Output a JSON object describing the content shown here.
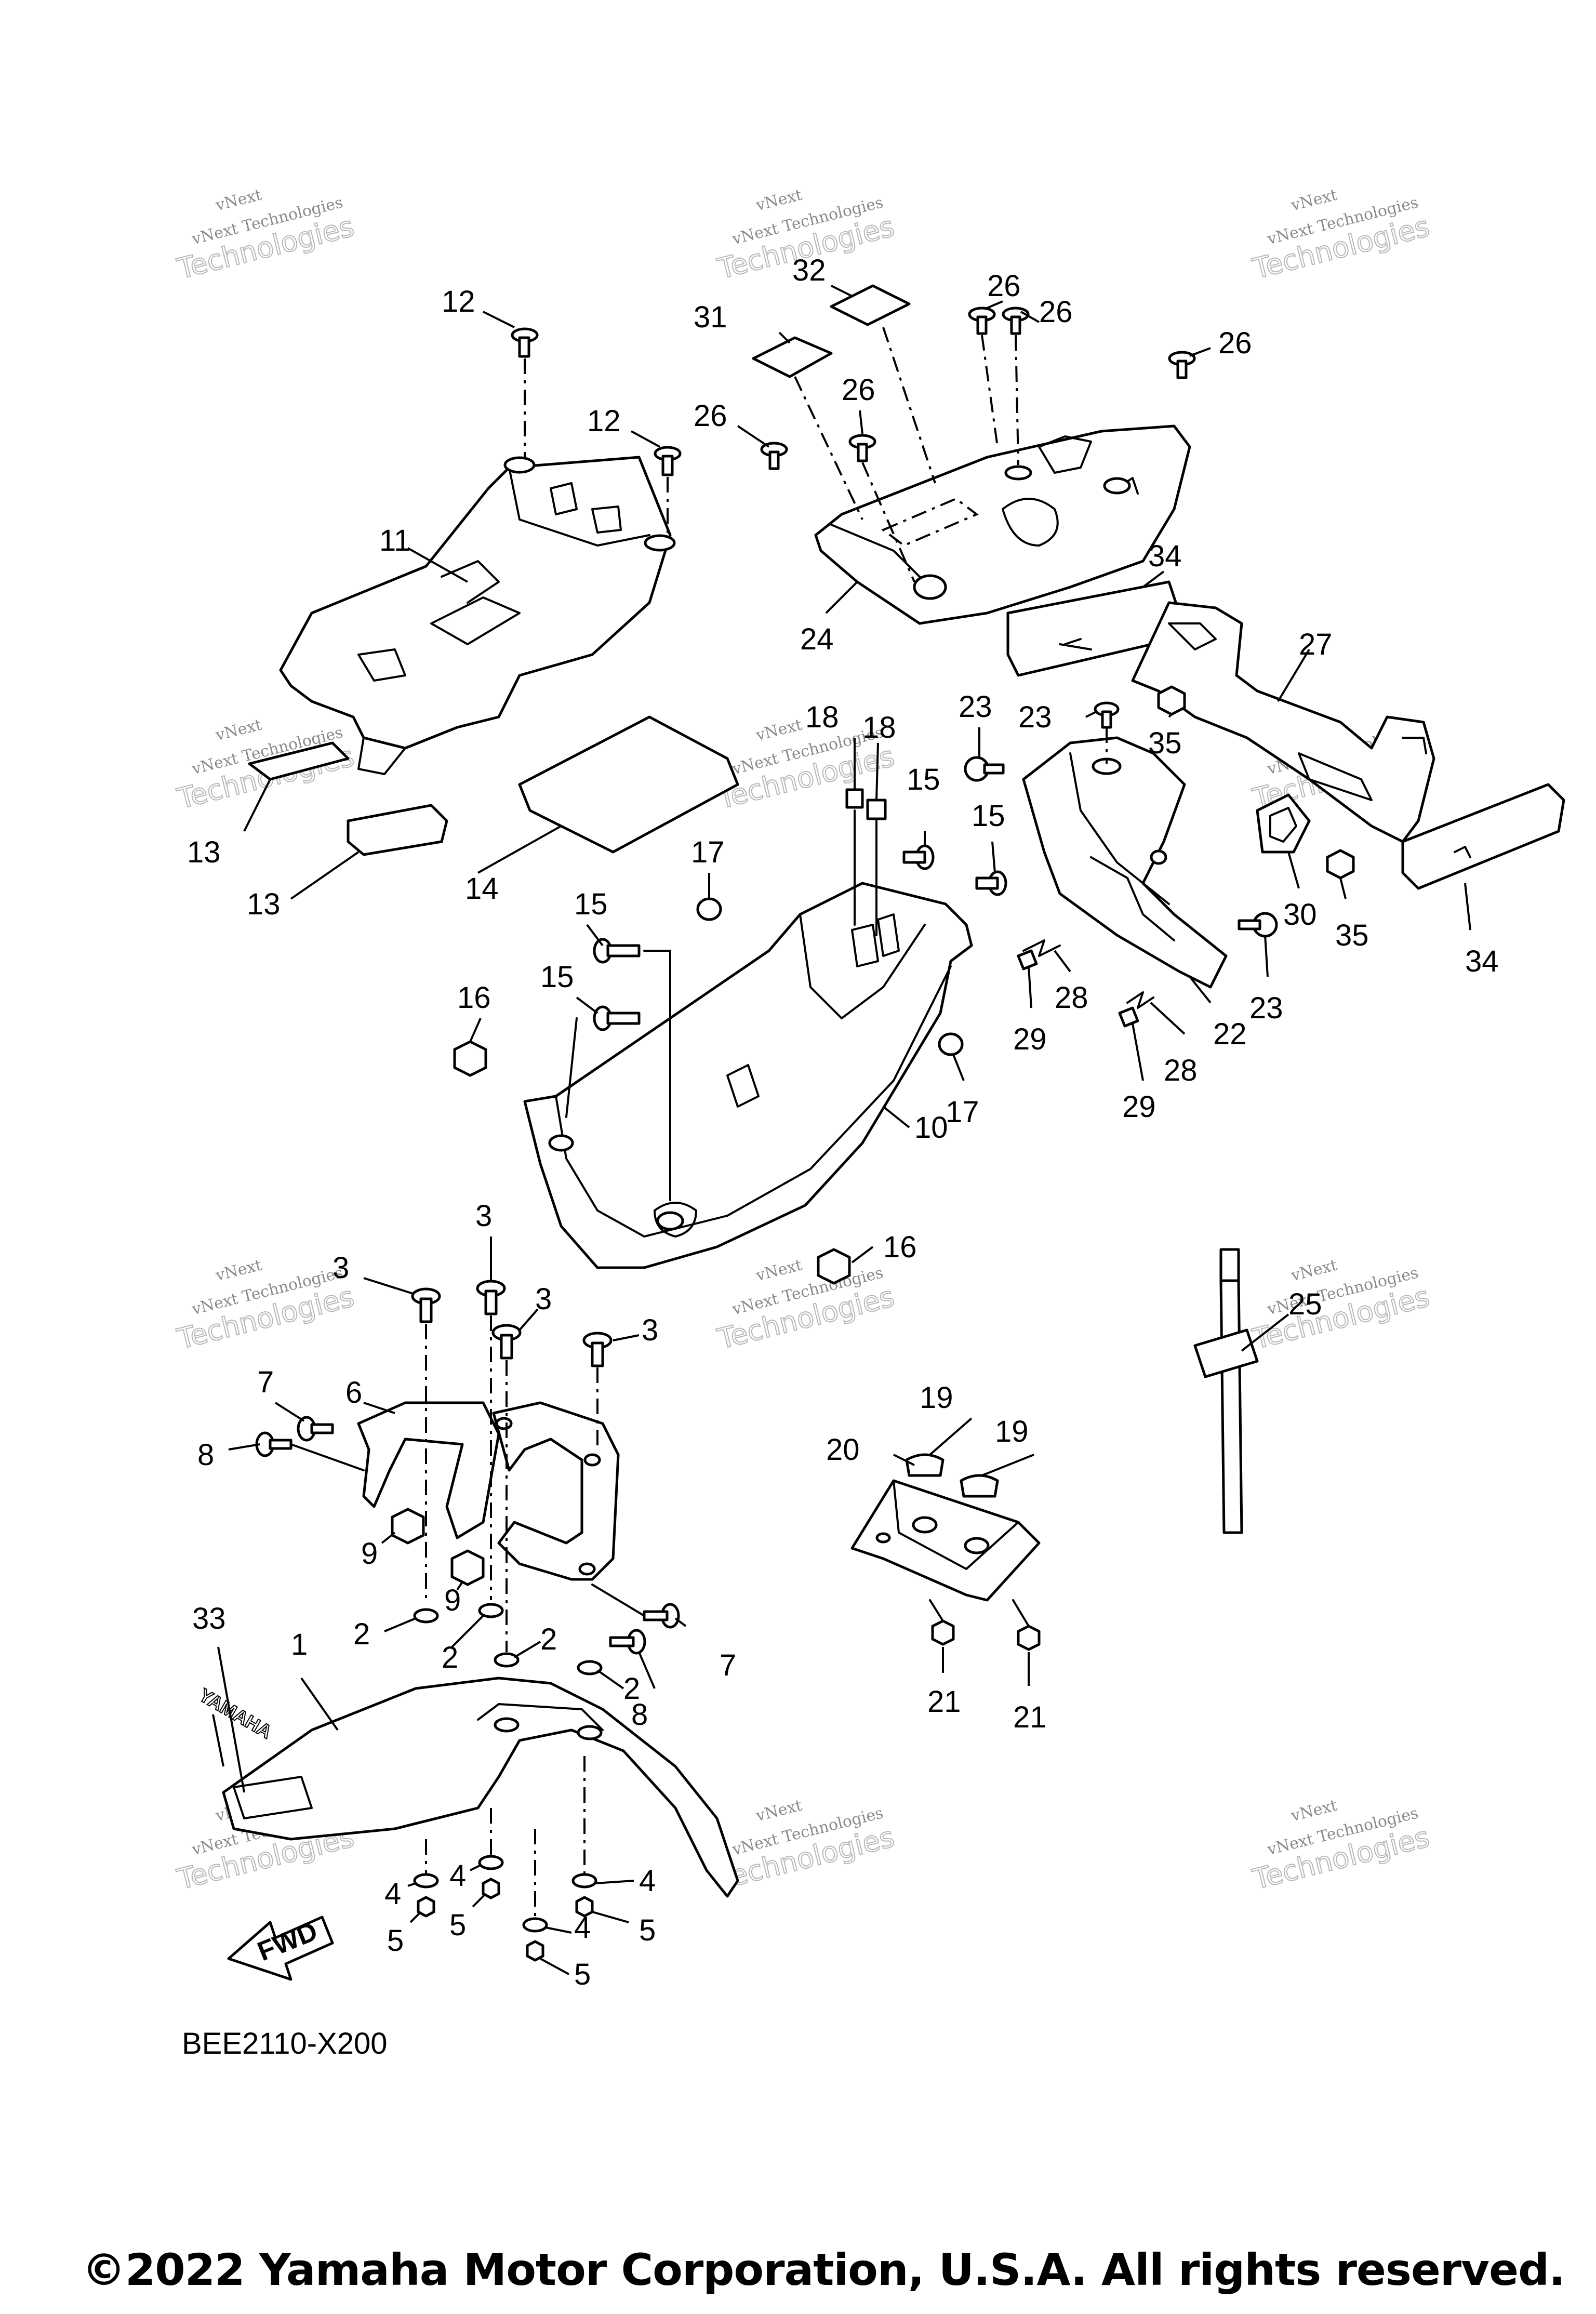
{
  "diagram": {
    "code": "BEE2110-X200",
    "copyright": "©2022 Yamaha Motor Corporation, U.S.A. All rights reserved.",
    "watermark": {
      "line1": "vNext",
      "line2": "vNext Technologies",
      "line3": "Technologies"
    },
    "fwd_label": "FWD",
    "fender_logo": "YAMAHA",
    "callouts": [
      "1",
      "2",
      "3",
      "4",
      "5",
      "6",
      "7",
      "8",
      "9",
      "10",
      "11",
      "12",
      "13",
      "14",
      "15",
      "16",
      "17",
      "18",
      "19",
      "20",
      "21",
      "22",
      "23",
      "24",
      "25",
      "26",
      "27",
      "28",
      "29",
      "30",
      "31",
      "32",
      "33",
      "34",
      "35"
    ]
  }
}
